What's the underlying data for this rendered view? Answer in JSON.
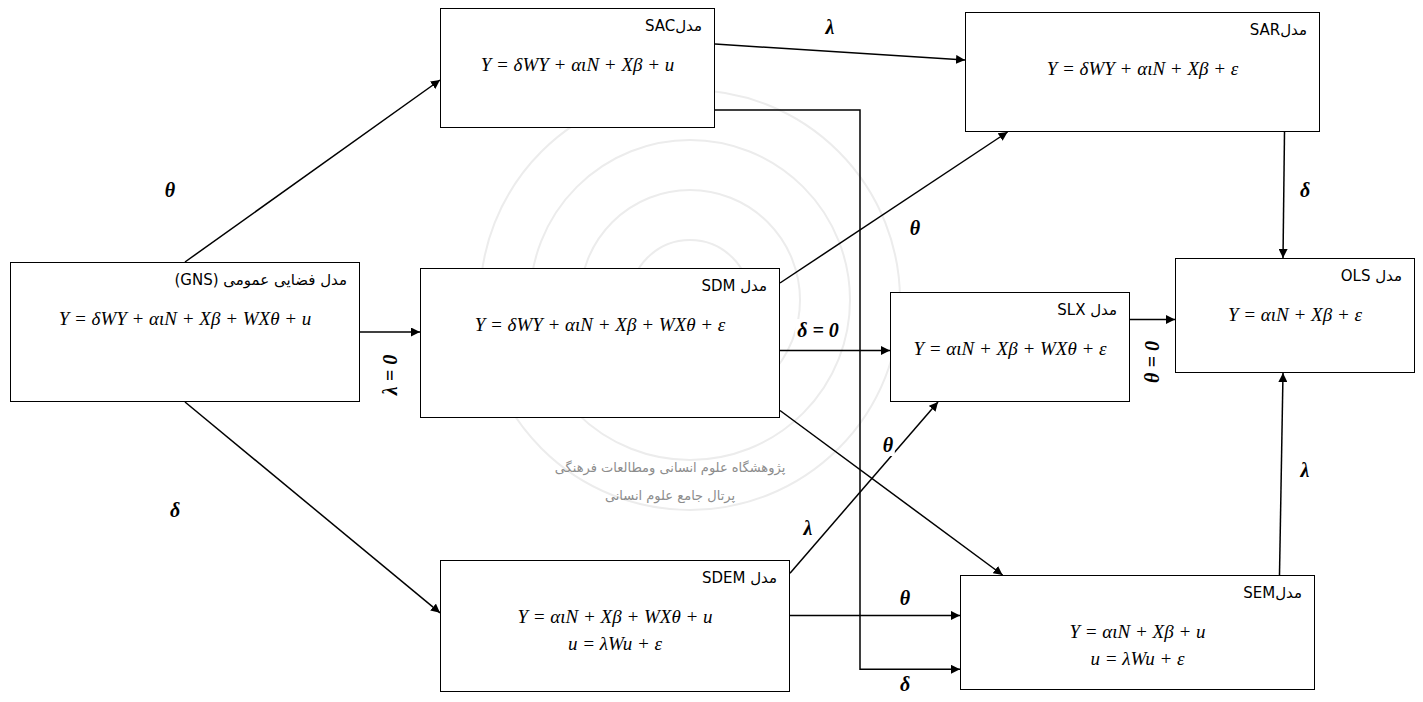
{
  "diagram": {
    "nodes": [
      {
        "text": [
          "مدل فضایی عمومی (GNS)",
          "Y = δWY + αιN + Xβ + WXθ + u"
        ]
      },
      {
        "text": [
          "مدلSAC",
          "Y = δWY + αιN + Xβ + u"
        ]
      },
      {
        "text": [
          "مدل SDM",
          "Y = δWY + αιN + Xβ + WXθ + ε"
        ]
      },
      {
        "text": [
          "مدل SDEM",
          "Y = αιN + Xβ + WXθ + u",
          "u = λWu + ε"
        ]
      },
      {
        "text": [
          "مدلSAR",
          "Y = δWY + αιN + Xβ + ε"
        ]
      },
      {
        "text": [
          "مدل SLX",
          "Y = αιN + Xβ + WXθ + ε"
        ]
      },
      {
        "text": [
          "مدلSEM",
          "Y = αιN + Xβ + u",
          "u = λWu + ε"
        ]
      },
      {
        "text": [
          "مدل OLS",
          "Y = αιN + Xβ + ε"
        ]
      }
    ],
    "edges": [
      {
        "from": 0,
        "to": 1,
        "label": "θ",
        "arrow": "to"
      },
      {
        "from": 0,
        "to": 2,
        "label": "λ = 0",
        "arrow": "to"
      },
      {
        "from": 0,
        "to": 3,
        "label": "δ",
        "arrow": "to"
      },
      {
        "from": 1,
        "to": 4,
        "label": "λ",
        "arrow": "to"
      },
      {
        "from": 1,
        "to": 6,
        "label": "δ",
        "arrow": "to"
      },
      {
        "from": 2,
        "to": 4,
        "label": "θ",
        "arrow": "to"
      },
      {
        "from": 2,
        "to": 5,
        "label": "δ = 0",
        "arrow": "to"
      },
      {
        "from": 2,
        "to": 6,
        "label": "θ",
        "arrow": "to"
      },
      {
        "from": 3,
        "to": 5,
        "label": "λ",
        "arrow": "to"
      },
      {
        "from": 3,
        "to": 6,
        "label": "θ",
        "arrow": "to"
      },
      {
        "from": 5,
        "to": 7,
        "label": "θ = 0",
        "arrow": "to"
      },
      {
        "from": 4,
        "to": 7,
        "label": "δ",
        "arrow": "to"
      },
      {
        "from": 6,
        "to": 7,
        "label": "λ",
        "arrow": "to"
      }
    ],
    "labels": [
      "پژوهشگاه علوم انسانی ومطالعات فرهنگی",
      "پرتال جامع علوم انسانی"
    ]
  }
}
